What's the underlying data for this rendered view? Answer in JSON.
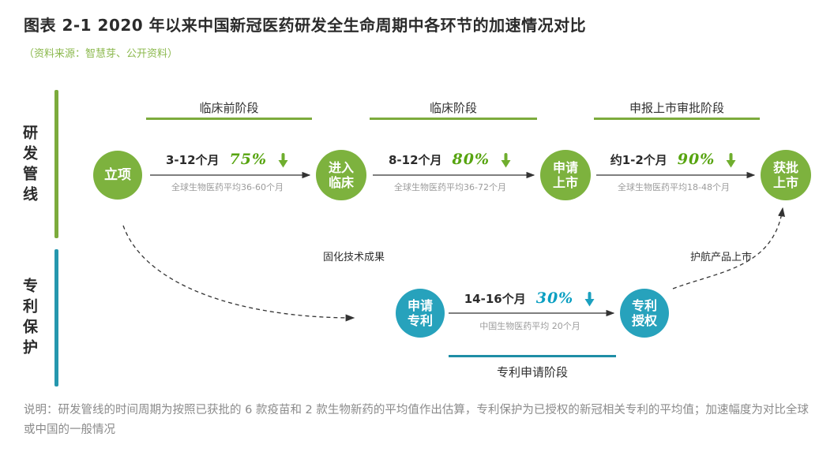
{
  "header": {
    "title": "图表 2-1 2020 年以来中国新冠医药研发全生命周期中各环节的加速情况对比",
    "source": "（资料来源：智慧芽、公开资料）"
  },
  "rows": {
    "pipeline_label": "研发管线",
    "patent_label": "专利保护"
  },
  "stage_headers": {
    "preclinical": "临床前阶段",
    "clinical": "临床阶段",
    "approval": "申报上市审批阶段",
    "patent_app": "专利申请阶段"
  },
  "pipeline": {
    "nodes": {
      "start": "立项",
      "clinical": "进入临床",
      "apply": "申请上市",
      "approved": "获批上市"
    },
    "transitions": [
      {
        "duration": "3-12个月",
        "percent": "75%",
        "baseline": "全球生物医药平均36-60个月"
      },
      {
        "duration": "8-12个月",
        "percent": "80%",
        "baseline": "全球生物医药平均36-72个月"
      },
      {
        "duration": "约1-2个月",
        "percent": "90%",
        "baseline": "全球生物医药平均18-48个月"
      }
    ]
  },
  "patent": {
    "nodes": {
      "apply": "申请专利",
      "granted": "专利授权"
    },
    "transition": {
      "duration": "14-16个月",
      "percent": "30%",
      "baseline": "中国生物医药平均 20个月"
    },
    "annotation_left": "固化技术成果",
    "annotation_right": "护航产品上市"
  },
  "note": "说明：研发管线的时间周期为按照已获批的 6 款疫苗和 2 款生物新药的平均值作出估算，专利保护为已授权的新冠相关专利的平均值；加速幅度为对比全球或中国的一般情况",
  "colors": {
    "green": "#7db23e",
    "percent_green": "#57a410",
    "teal": "#27a2bc",
    "percent_teal": "#0a9fc2",
    "source_green": "#8cb94e",
    "gray_note": "#8b8b8b"
  }
}
